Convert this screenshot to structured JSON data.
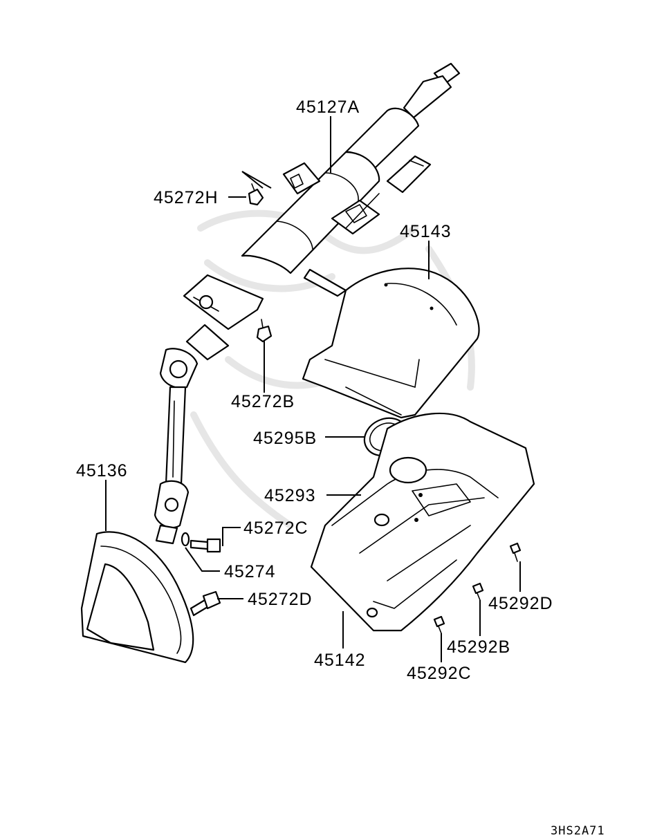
{
  "diagram": {
    "parts": {
      "p45127A": "45127A",
      "p45272H": "45272H",
      "p45143": "45143",
      "p45272B": "45272B",
      "p45295B": "45295B",
      "p45136": "45136",
      "p45293": "45293",
      "p45272C": "45272C",
      "p45274": "45274",
      "p45272D": "45272D",
      "p45292D": "45292D",
      "p45292B": "45292B",
      "p45142": "45142",
      "p45292C": "45292C"
    },
    "drawing_code": "3HS2A71"
  }
}
